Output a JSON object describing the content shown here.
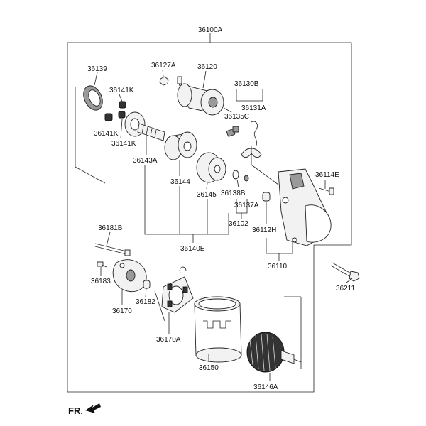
{
  "diagram": {
    "assembly_label": "36100A",
    "front_marker": "FR.",
    "parts": {
      "p36139": "36139",
      "p36141K_a": "36141K",
      "p36141K_b": "36141K",
      "p36141K_c": "36141K",
      "p36127A": "36127A",
      "p36120": "36120",
      "p36130B": "36130B",
      "p36131A": "36131A",
      "p36135C": "36135C",
      "p36143A": "36143A",
      "p36144": "36144",
      "p36145": "36145",
      "p36138B": "36138B",
      "p36137A": "36137A",
      "p36102": "36102",
      "p36112H": "36112H",
      "p36114E": "36114E",
      "p36110": "36110",
      "p36140E": "36140E",
      "p36181B": "36181B",
      "p36183": "36183",
      "p36170": "36170",
      "p36182": "36182",
      "p36170A": "36170A",
      "p36150": "36150",
      "p36146A": "36146A",
      "p36211": "36211"
    }
  }
}
